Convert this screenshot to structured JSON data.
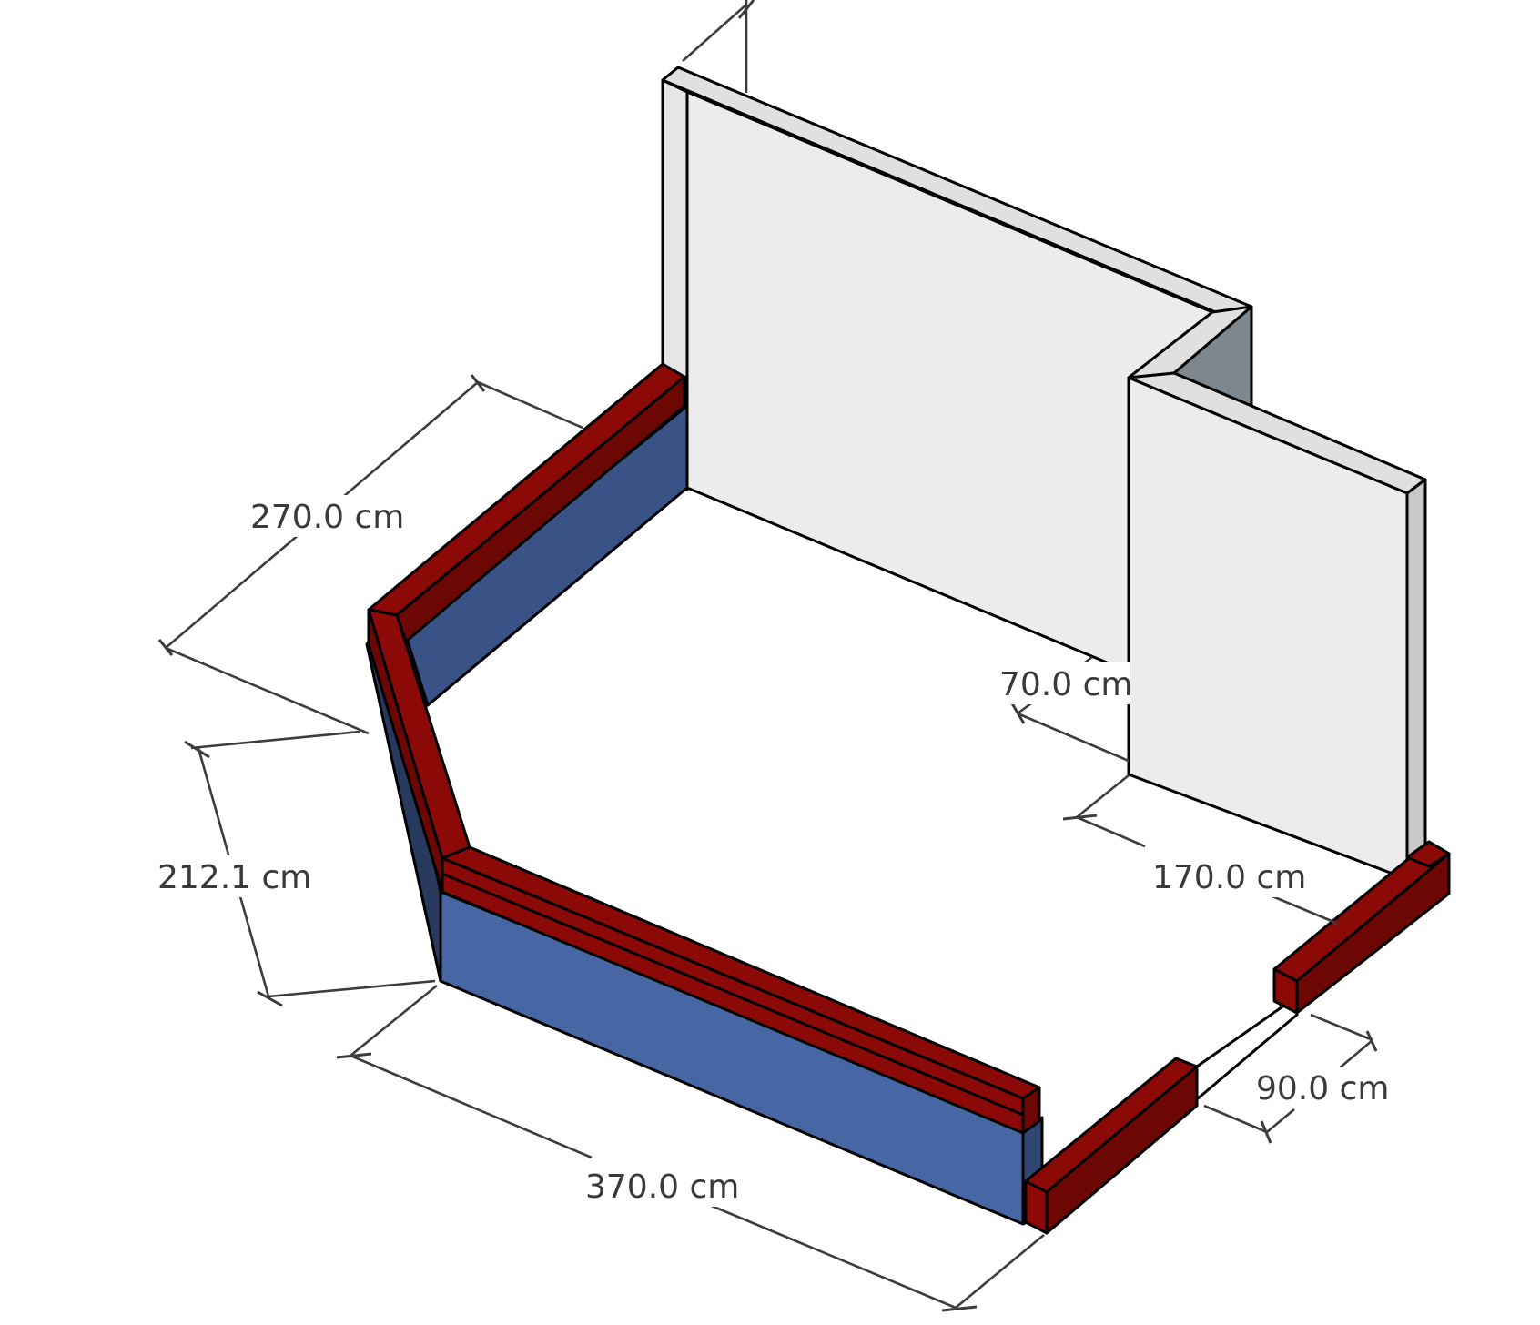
{
  "colors": {
    "background": "#ffffff",
    "wall_face": "#ececec",
    "wall_top": "#e0e0e0",
    "wall_side": "#c8c8c8",
    "wall_shadow": "#7d878d",
    "cabinet_front": "#4767a4",
    "cabinet_front_dark": "#3a5386",
    "cabinet_side": "#27395d",
    "countertop": "#8b0906",
    "countertop_dark": "#6d0704",
    "edge": "#000000",
    "dimension": "#3c3c3c"
  },
  "dimensions": {
    "left_wall": "270.0 cm",
    "corner_diagonal": "212.1 cm",
    "front_run": "370.0 cm",
    "right_return": "170.0 cm",
    "inner_offset": "70.0 cm",
    "opening": "90.0 cm"
  }
}
